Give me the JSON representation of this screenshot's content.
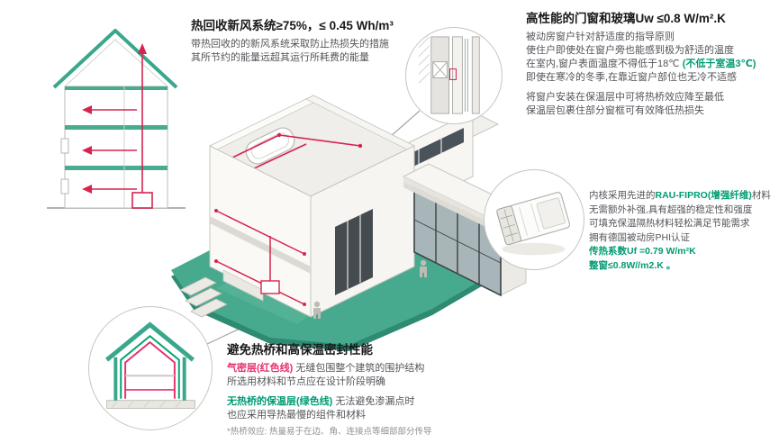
{
  "colors": {
    "teal": "#3aa78c",
    "green_text": "#009b72",
    "red_duct": "#d6244f",
    "red_text": "#e5326e",
    "body_text": "#54555a",
    "title_text": "#19191c"
  },
  "blocks": {
    "hrv": {
      "title": "热回收新风系统≥75%，≤ 0.45 Wh/m³",
      "lines": [
        "带热回收的的新风系统采取防止热损失的措施",
        "其所节约的能量远超其运行所耗费的能量"
      ]
    },
    "window": {
      "title": "高性能的门窗和玻璃Uw ≤0.8 W/m².K",
      "lines_a": [
        "被动房窗户针对舒适度的指导原则",
        "使住户即使处在窗户旁也能感到极为舒适的温度"
      ],
      "temp_black": "在室内,窗户表面温度不得低于18℃ ",
      "temp_green": "(不低于室温3℃)",
      "line_cold": "即使在寒冷的冬季,在靠近窗户部位也无冷不适感",
      "lines_b": [
        "将窗户安装在保温层中可将热桥效应降至最低",
        "保温层包裹住部分窗框可有效降低热损失"
      ]
    },
    "profile": {
      "l1_a": "内核采用先进的",
      "l1_green": "RAU-FIPRO(增强纤维)",
      "l1_b": "材料",
      "lines": [
        "无需额外补强,具有超强的稳定性和强度",
        "可填充保温隔热材料轻松满足节能需求",
        "拥有德国被动房PHI认证"
      ],
      "green_1": "传热系数Uf =0.79 W/m²K",
      "green_2": "整窗≤0.8W//m2.K 。"
    },
    "envelope": {
      "title": "避免热桥和高保温密封性能",
      "red_label": "气密层(红色线)",
      "l1_rest": " 无缝包围整个建筑的围护结构",
      "l2": "所选用材料和节点应在设计阶段明确",
      "green_label": "无热桥的保温层(绿色线)",
      "l3_rest": " 无法避免渗漏点时",
      "l4": "也应采用导热最慢的组件和材料",
      "footnote": "*热桥效应: 热量易于在边、角、连接点等细部部分传导"
    }
  }
}
